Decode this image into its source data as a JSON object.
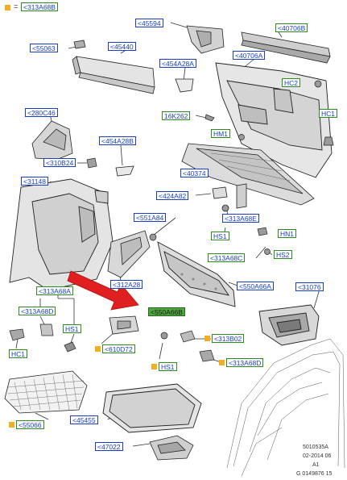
{
  "legend": {
    "equals": "=",
    "part": "<313A68B"
  },
  "labels": {
    "l_45594": "<45594",
    "l_40706B": "<40706B",
    "l_55063": "<55063",
    "l_45440": "<45440",
    "l_454A28A": "<454A28A",
    "l_40706A": "<40706A",
    "l_HC2": "HC2",
    "l_280C46": "<280C46",
    "l_16K262": "16K262",
    "l_HC1a": "HC1",
    "l_HM1": "HM1",
    "l_454A28B": "<454A28B",
    "l_310B24": "<310B24",
    "l_40374": "<40374",
    "l_31148": "<31148",
    "l_424A82": "<424A82",
    "l_313A68E": "<313A68E",
    "l_551A84": "<551A84",
    "l_HS1a": "HS1",
    "l_HN1": "HN1",
    "l_313A68C": "<313A68C",
    "l_HS2": "HS2",
    "l_312A28": "<312A28",
    "l_550A66A": "<550A66A",
    "l_31076": "<31076",
    "l_313A68A": "<313A68A",
    "l_313A68D_left": "<313A68D",
    "l_550A66B": "<550A66B",
    "l_HS1b": "HS1",
    "l_313B02": "<313B02",
    "l_HC1b": "HC1",
    "l_610D72": "<610D72",
    "l_313A68D_right": "<313A68D",
    "l_HS1c": "HS1",
    "l_55066": "<55066",
    "l_45455": "<45455",
    "l_47022": "<47022"
  },
  "reference": {
    "code": "5010535A",
    "date": "02-2014 06",
    "rev": "A1",
    "gnum": "G 0149876 15"
  },
  "colors": {
    "label_border_blue": "#1a3fc0",
    "label_border_green": "#2e8b1e",
    "highlight_fill": "#4ea63d",
    "arrow_red": "#e02020",
    "marker_orange": "#f0b020"
  }
}
